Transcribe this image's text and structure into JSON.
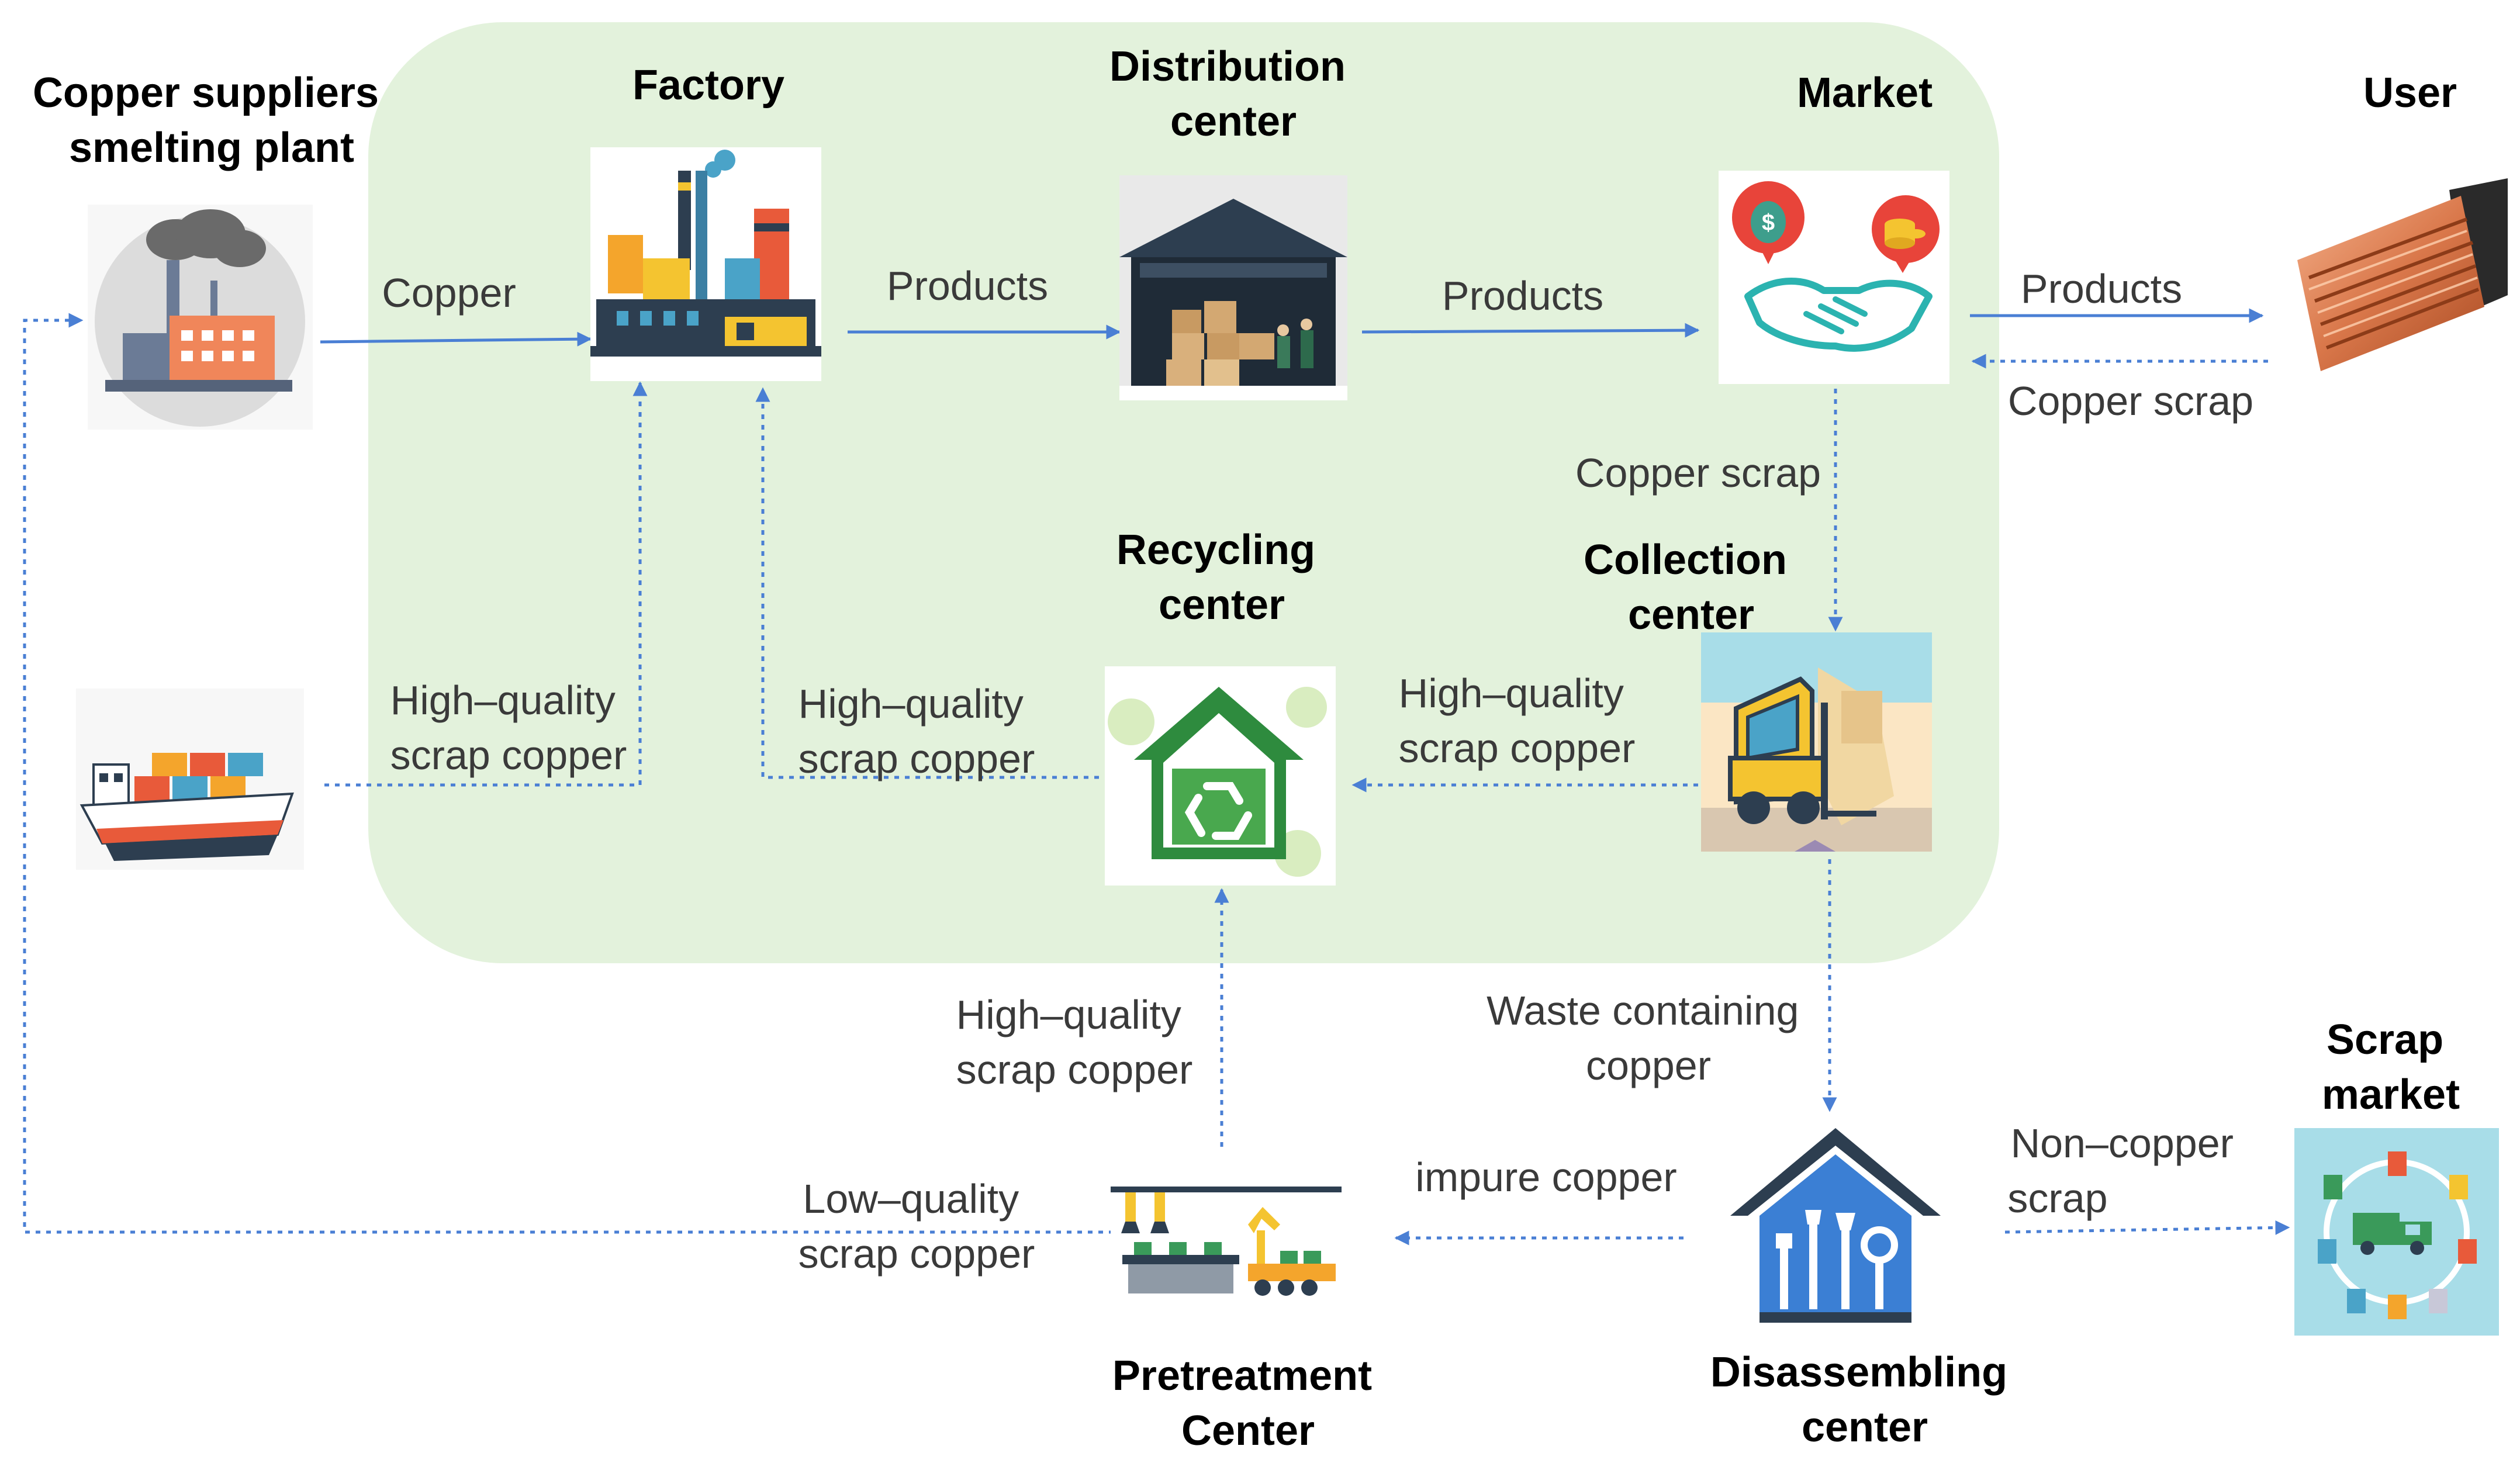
{
  "nodes": {
    "copper_suppliers": [
      "Copper suppliers",
      "smelting plant"
    ],
    "factory": [
      "Factory"
    ],
    "distribution_center": [
      "Distribution",
      "center"
    ],
    "market": [
      "Market"
    ],
    "user": [
      "User"
    ],
    "recycling_center": [
      "Recycling",
      "center"
    ],
    "collection_center": [
      "Collection",
      "center"
    ],
    "scrap_market": [
      "Scrap",
      "market"
    ],
    "pretreatment_center": [
      "Pretreatment",
      "Center"
    ],
    "disassembling_center": [
      "Disassembling",
      "center"
    ]
  },
  "edges": {
    "supplier_to_factory": [
      "Copper"
    ],
    "factory_to_distribution": [
      "Products"
    ],
    "distribution_to_market": [
      "Products"
    ],
    "market_to_user": [
      "Products"
    ],
    "user_to_market": [
      "Copper scrap"
    ],
    "market_to_collection": [
      "Copper scrap"
    ],
    "ship_to_factory": [
      "High–quality",
      "scrap copper"
    ],
    "recycling_to_factory": [
      "High–quality",
      "scrap copper"
    ],
    "collection_to_recycling": [
      "High–quality",
      "scrap copper"
    ],
    "collection_to_disassembling": [
      "Waste containing",
      "copper"
    ],
    "pretreatment_to_recycling": [
      "High–quality",
      "scrap copper"
    ],
    "disassembling_to_pretreatment": [
      "impure copper"
    ],
    "pretreatment_to_supplier": [
      "Low–quality",
      "scrap copper"
    ],
    "disassembling_to_scrap_market": [
      "Non–copper",
      "scrap"
    ]
  },
  "colors": {
    "closed_loop_region": "#e3f2dc",
    "arrow": "#4a7fd4"
  },
  "icons": {
    "copper_suppliers": "smelting-plant-icon",
    "factory": "factory-icon",
    "distribution_center": "warehouse-icon",
    "market": "handshake-icon",
    "user": "copper-cable-icon",
    "ship": "container-ship-icon",
    "recycling_center": "recycling-house-icon",
    "collection_center": "forklift-icon",
    "pretreatment_center": "assembly-line-icon",
    "disassembling_center": "tools-house-icon",
    "scrap_market": "recycling-bins-icon"
  }
}
